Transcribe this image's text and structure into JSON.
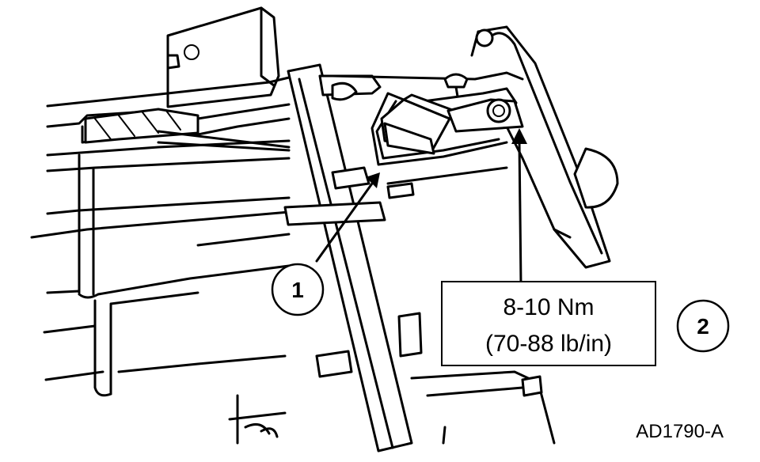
{
  "diagram": {
    "callouts": [
      {
        "number": "1"
      },
      {
        "number": "2"
      }
    ],
    "torque_spec": {
      "line1": "8-10 Nm",
      "line2": "(70-88 lb/in)"
    },
    "figure_reference": "AD1790-A"
  }
}
